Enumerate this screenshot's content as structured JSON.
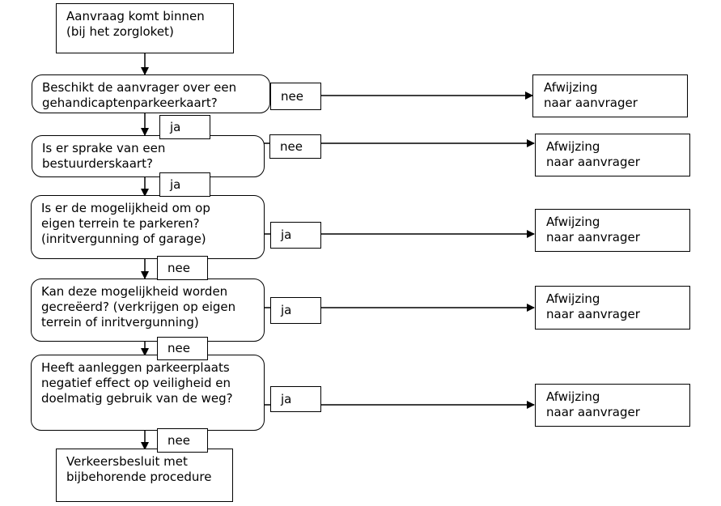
{
  "start": "Aanvraag komt binnen\n(bij het zorgloket)",
  "questions": [
    "Beschikt de aanvrager over een\ngehandicaptenparkeerkaart?",
    "Is er sprake van een\nbestuurderskaart?",
    "Is er de mogelijkheid om op\neigen terrein te parkeren?\n(inritvergunning of garage)",
    "Kan deze mogelijkheid worden\ngecreëerd? (verkrijgen op eigen\nterrein of inritvergunning)",
    "Heeft aanleggen parkeerplaats\nnegatief effect op veiligheid en\ndoelmatig gebruik van de weg?"
  ],
  "side_labels": [
    "nee",
    "nee",
    "ja",
    "ja",
    "ja"
  ],
  "down_labels": [
    "ja",
    "ja",
    "nee",
    "nee",
    "nee"
  ],
  "rejections": [
    "Afwijzing\nnaar aanvrager",
    "Afwijzing\nnaar aanvrager",
    "Afwijzing\nnaar aanvrager",
    "Afwijzing\nnaar aanvrager",
    "Afwijzing\nnaar aanvrager"
  ],
  "end": "Verkeersbesluit met\nbijbehorende procedure"
}
